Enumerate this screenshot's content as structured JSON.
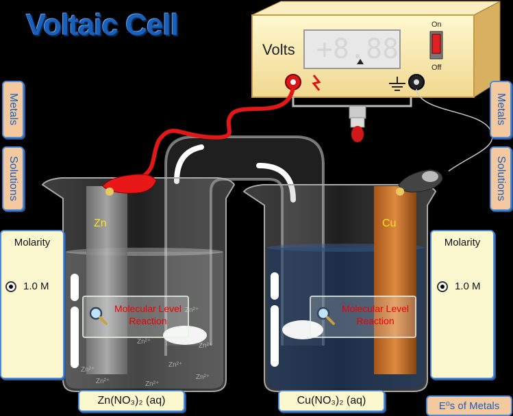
{
  "title": "Voltaic Cell",
  "voltmeter": {
    "label": "Volts",
    "display": "+8.88",
    "on_label": "On",
    "off_label": "Off"
  },
  "left_tabs": {
    "metals": "Metals",
    "solutions": "Solutions"
  },
  "right_tabs": {
    "metals": "Metals",
    "solutions": "Solutions"
  },
  "left_cell": {
    "metal": "Zn",
    "molarity_title": "Molarity",
    "molarity_value": "1.0 M",
    "reaction_button": "Molecular Level Reaction",
    "solution_label": "Zn(NO₃)₂ (aq)",
    "ion_label": "Zn²⁺"
  },
  "right_cell": {
    "metal": "Cu",
    "molarity_title": "Molarity",
    "molarity_value": "1.0 M",
    "reaction_button": "Molecular Level Reaction",
    "solution_label": "Cu(NO₃)₂ (aq)"
  },
  "eos_button": "E⁰s of Metals",
  "colors": {
    "title": "#1a5fb8",
    "accent": "#4a8ad8",
    "zinc": "#9a9a9a",
    "copper": "#c8702a",
    "copper_solution": "#1a2a4a"
  }
}
